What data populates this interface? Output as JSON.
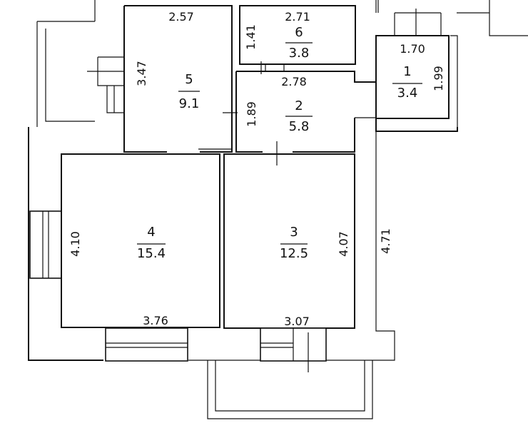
{
  "plan": {
    "rooms": [
      {
        "id": "room-1",
        "number": "1",
        "area": "3.4"
      },
      {
        "id": "room-2",
        "number": "2",
        "area": "5.8"
      },
      {
        "id": "room-3",
        "number": "3",
        "area": "12.5"
      },
      {
        "id": "room-4",
        "number": "4",
        "area": "15.4"
      },
      {
        "id": "room-5",
        "number": "5",
        "area": "9.1"
      },
      {
        "id": "room-6",
        "number": "6",
        "area": "3.8"
      }
    ],
    "dimensions": {
      "room5_width": "2.57",
      "room5_height": "3.47",
      "room6_width": "2.71",
      "room6_height": "1.41",
      "room2_width": "2.78",
      "room2_height": "1.89",
      "room1_width": "1.70",
      "room1_height": "1.99",
      "room4_height": "4.10",
      "room4_width": "3.76",
      "room3_height": "4.07",
      "room3_width": "3.07",
      "corridor_length": "4.71"
    }
  }
}
